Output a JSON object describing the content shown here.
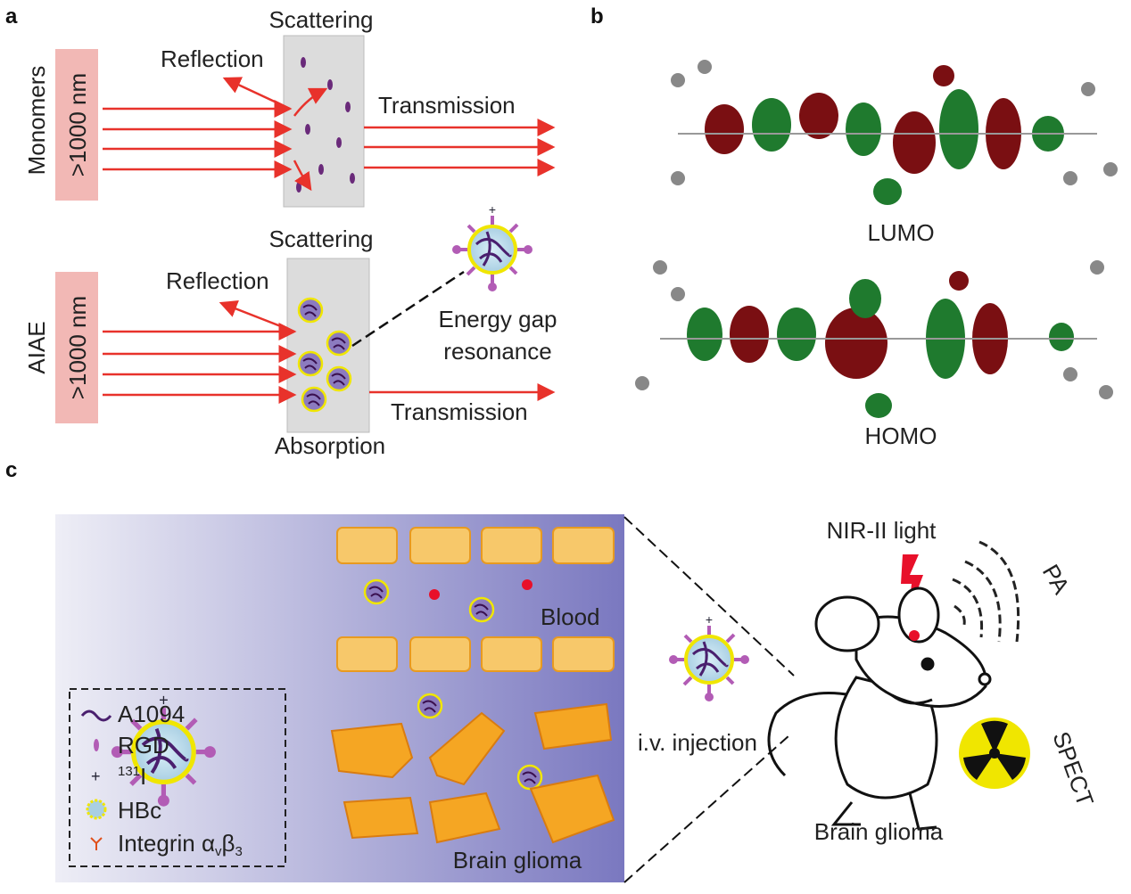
{
  "panels": {
    "a": {
      "label": "a",
      "top": {
        "side_label": "Monomers",
        "wavelength": ">1000 nm",
        "scattering": "Scattering",
        "reflection": "Reflection",
        "transmission": "Transmission"
      },
      "bottom": {
        "side_label": "AIAE",
        "wavelength": ">1000 nm",
        "scattering": "Scattering",
        "reflection": "Reflection",
        "energy_gap_1": "Energy gap",
        "energy_gap_2": "resonance",
        "transmission": "Transmission",
        "absorption": "Absorption"
      }
    },
    "b": {
      "label": "b",
      "lumo": "LUMO",
      "homo": "HOMO"
    },
    "c": {
      "label": "c",
      "blood": "Blood",
      "brain_glioma_tissue": "Brain glioma",
      "legend": [
        {
          "label": "A1094"
        },
        {
          "label": "RGD"
        },
        {
          "label_sup": "131",
          "label": "I"
        },
        {
          "label": "HBc"
        },
        {
          "label": "Integrin α",
          "sub1": "v",
          "mid": "β",
          "sub2": "3"
        }
      ],
      "injection": "i.v. injection",
      "nir_light": "NIR-II light",
      "pa": "PA",
      "spect": "SPECT",
      "mouse_caption": "Brain glioma"
    }
  },
  "colors": {
    "arrow": "#e8322b",
    "pink_box": "#f2b8b5",
    "red_lobe": "#7a0f12",
    "green_lobe": "#1f7a2e",
    "cell": "#f7c86a",
    "tumor": "#f5a623"
  }
}
